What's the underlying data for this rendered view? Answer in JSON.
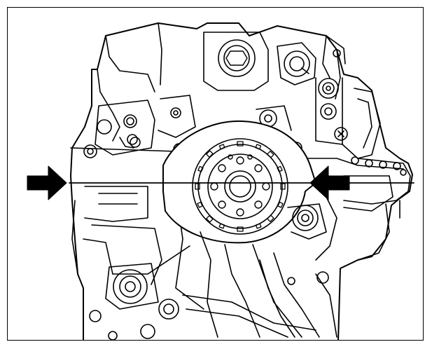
{
  "figure": {
    "subject": "engine-block-crankshaft-timing-plate",
    "colors": {
      "line": "#000000",
      "paper": "#ffffff",
      "arrow": "#000000"
    },
    "arrows": [
      {
        "name": "left-arrow-icon",
        "direction": "right"
      },
      {
        "name": "right-arrow-icon",
        "direction": "left"
      }
    ]
  }
}
